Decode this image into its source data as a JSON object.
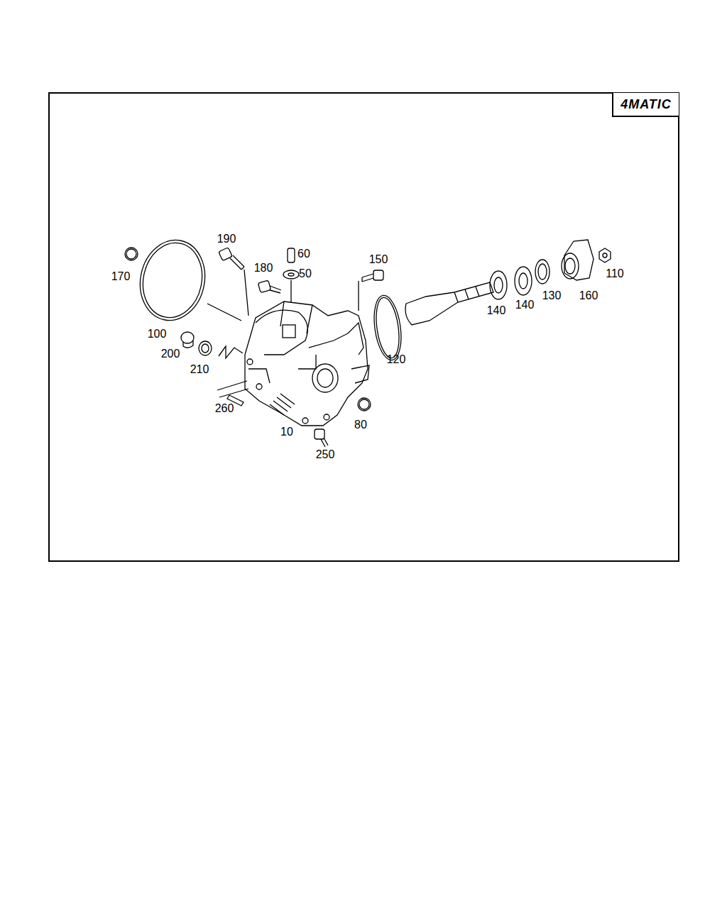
{
  "diagram": {
    "nodes": [
      {
        "text": [
          "4MATIC"
        ]
      }
    ],
    "labels": [
      "170",
      "190",
      "60",
      "180",
      "50",
      "150",
      "100",
      "200",
      "210",
      "260",
      "10",
      "250",
      "80",
      "120",
      "140",
      "140",
      "130",
      "160",
      "110"
    ]
  }
}
